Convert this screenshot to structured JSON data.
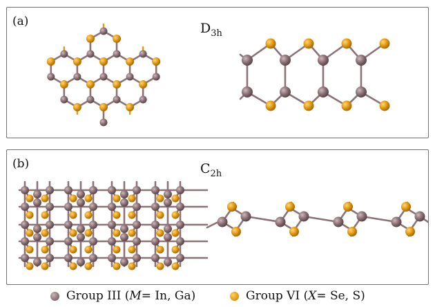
{
  "colors": {
    "metal_atom": "#8c7276",
    "chalcogen_atom": "#e49b12",
    "bond": "#8c7276",
    "panel_border": "#6f6f6f"
  },
  "panel_a": {
    "label": "(a)",
    "symmetry_main": "D",
    "symmetry_sub": "3h"
  },
  "panel_b": {
    "label": "(b)",
    "symmetry_main": "C",
    "symmetry_sub": "2h"
  },
  "legend": {
    "metal": {
      "prefix": "Group III (",
      "var": "M",
      "suffix": " = In, Ga)"
    },
    "chalcogen": {
      "prefix": "Group VI (",
      "var": "X",
      "suffix": " = Se, S)"
    }
  }
}
